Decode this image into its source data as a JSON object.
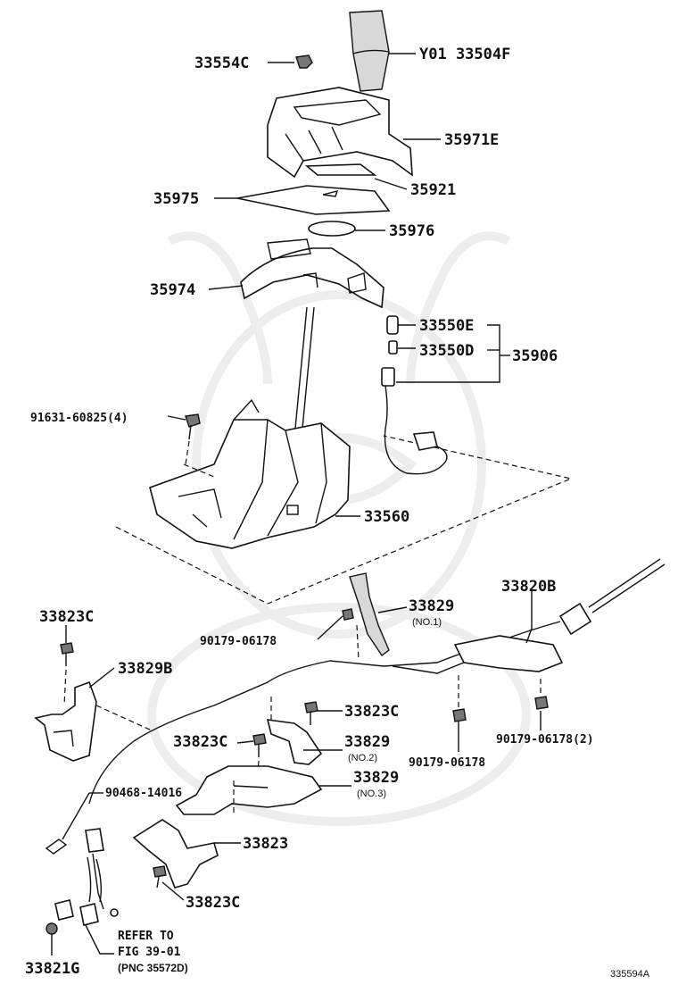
{
  "labels": {
    "p33554c": "33554C",
    "p33504f": "Y01 33504F",
    "p35971e": "35971E",
    "p35921": "35921",
    "p35975": "35975",
    "p35976": "35976",
    "p35974": "35974",
    "p33550e": "33550E",
    "p33550d": "33550D",
    "p35906": "35906",
    "p91631": "91631-60825(4)",
    "p33560": "33560",
    "p33820b": "33820B",
    "p33829a": "33829",
    "p33829a_sub": "(NO.1)",
    "p33823c_a": "33823C",
    "p90179a": "90179-06178",
    "p33829b": "33829B",
    "p33823c_b": "33823C",
    "p90179b": "90179-06178(2)",
    "p33829c": "33829",
    "p33829c_sub": "(NO.2)",
    "p33823c_c": "33823C",
    "p90179c": "90179-06178",
    "p33829d": "33829",
    "p33829d_sub": "(NO.3)",
    "p90468": "90468-14016",
    "p33823": "33823",
    "p33823c_d": "33823C",
    "refer1": "REFER TO",
    "refer2": "FIG 39-01",
    "refer3": "(PNC 35572D)",
    "p33821g": "33821G",
    "fig_id": "335594A"
  }
}
